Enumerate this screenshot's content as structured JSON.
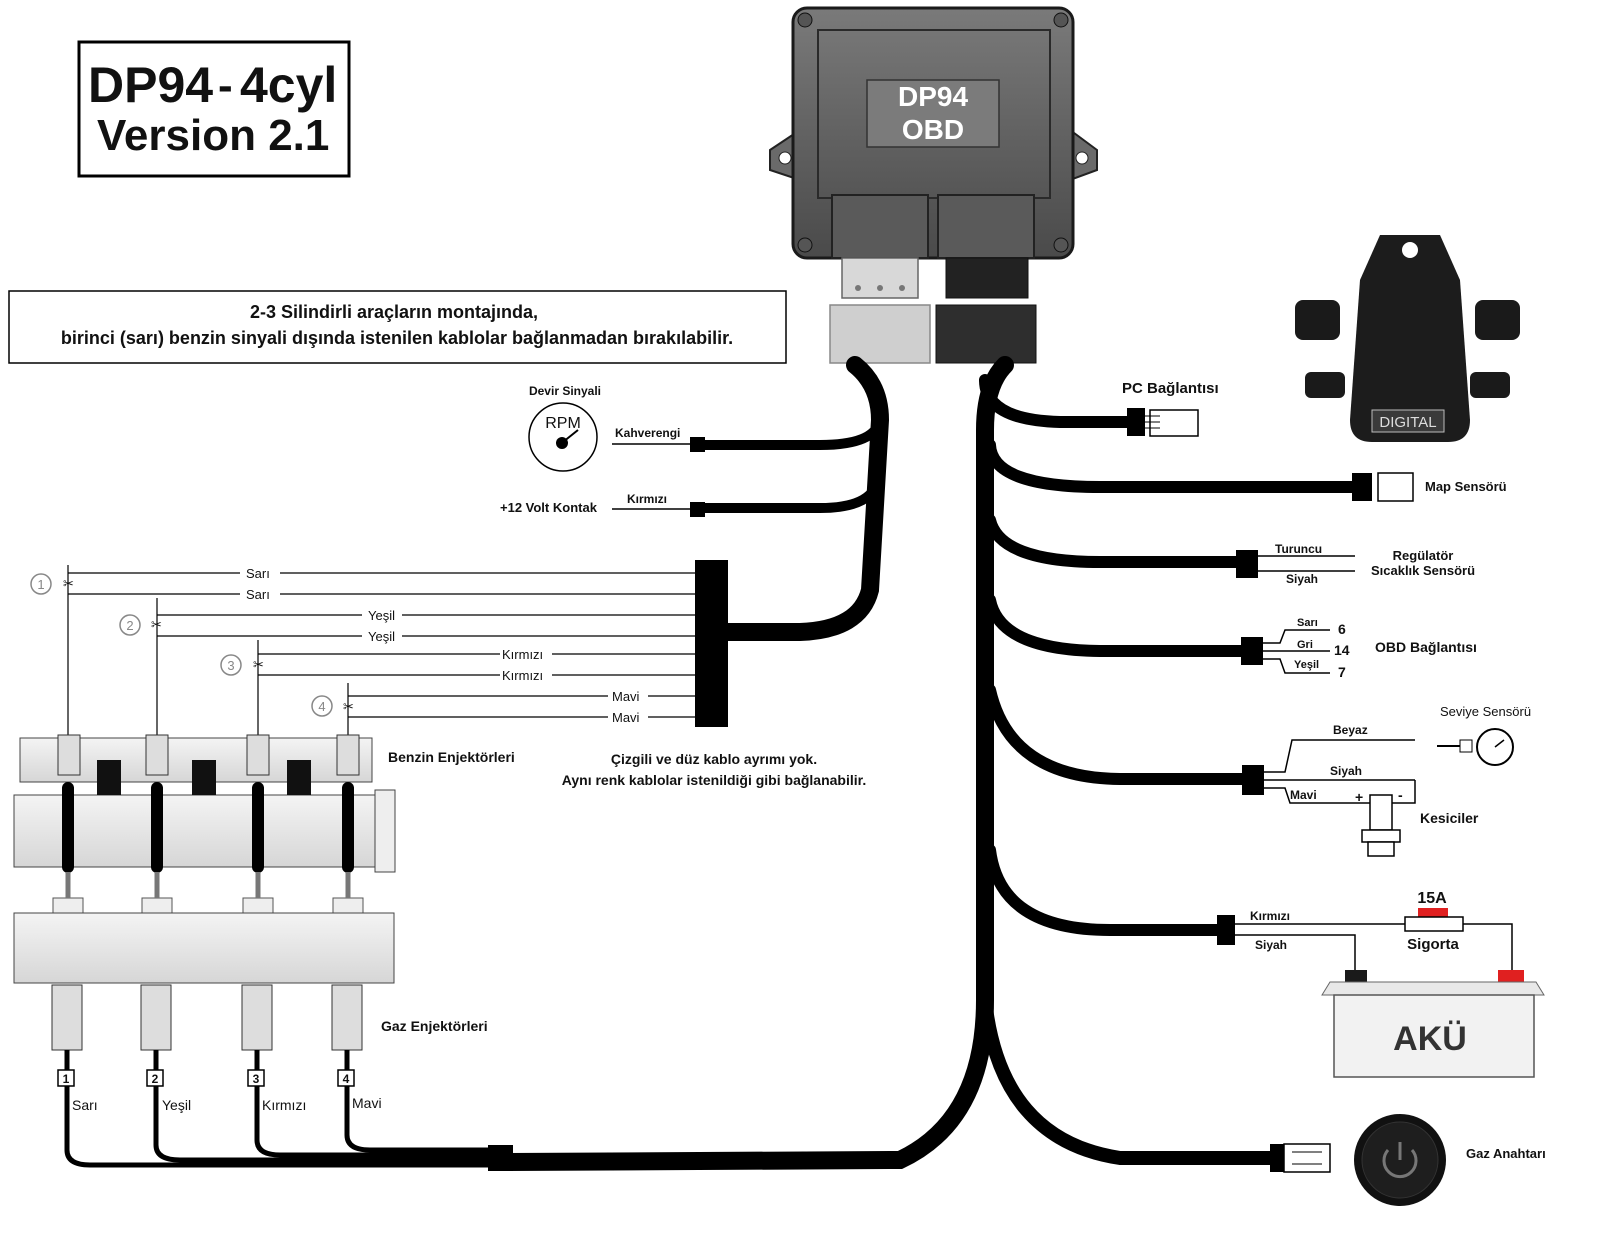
{
  "title": {
    "line1": "DP94",
    "sep": "-",
    "line1b": "4cyl",
    "line2": "Version 2.1"
  },
  "ecu": {
    "label1": "DP94",
    "label2": "OBD"
  },
  "notice": {
    "line1": "2-3 Silindirli araçların montajında,",
    "line2": "birinci (sarı) benzin sinyali dışında istenilen kablolar bağlanmadan bırakılabilir."
  },
  "rpm": {
    "title": "Devir Sinyali",
    "gauge": "RPM",
    "wire": "Kahverengi"
  },
  "ignition": {
    "label": "+12 Volt Kontak",
    "wire": "Kırmızı"
  },
  "signals": {
    "s1": "Sarı",
    "s2": "Sarı",
    "y1": "Yeşil",
    "y2": "Yeşil",
    "k1": "Kırmızı",
    "k2": "Kırmızı",
    "m1": "Mavi",
    "m2": "Mavi",
    "n1": "1",
    "n2": "2",
    "n3": "3",
    "n4": "4"
  },
  "cable_note": {
    "line1": "Çizgili ve düz kablo ayrımı yok.",
    "line2": "Aynı renk kablolar istenildiği gibi bağlanabilir."
  },
  "petrol_injectors": "Benzin Enjektörleri",
  "gas_injectors": "Gaz Enjektörleri",
  "gas_wires": {
    "w1": "Sarı",
    "w2": "Yeşil",
    "w3": "Kırmızı",
    "w4": "Mavi"
  },
  "pc": "PC Bağlantısı",
  "map_sensor": {
    "label": "Map Sensörü",
    "badge": "DIGITAL"
  },
  "regulator": {
    "line1": "Regülatör",
    "line2": "Sıcaklık Sensörü",
    "wire1": "Turuncu",
    "wire2": "Siyah"
  },
  "obd": {
    "label": "OBD Bağlantısı",
    "w1": "Sarı",
    "p1": "6",
    "w2": "Gri",
    "p2": "14",
    "w3": "Yeşil",
    "p3": "7"
  },
  "level": {
    "label": "Seviye Sensörü",
    "w1": "Beyaz",
    "w2": "Siyah",
    "w3": "Mavi"
  },
  "cutoff": {
    "label": "Kesiciler",
    "plus": "+",
    "minus": "-"
  },
  "power": {
    "w1": "Kırmızı",
    "w2": "Siyah",
    "fuse_rating": "15A",
    "fuse": "Sigorta",
    "battery": "AKÜ"
  },
  "gas_switch": "Gaz Anahtarı"
}
